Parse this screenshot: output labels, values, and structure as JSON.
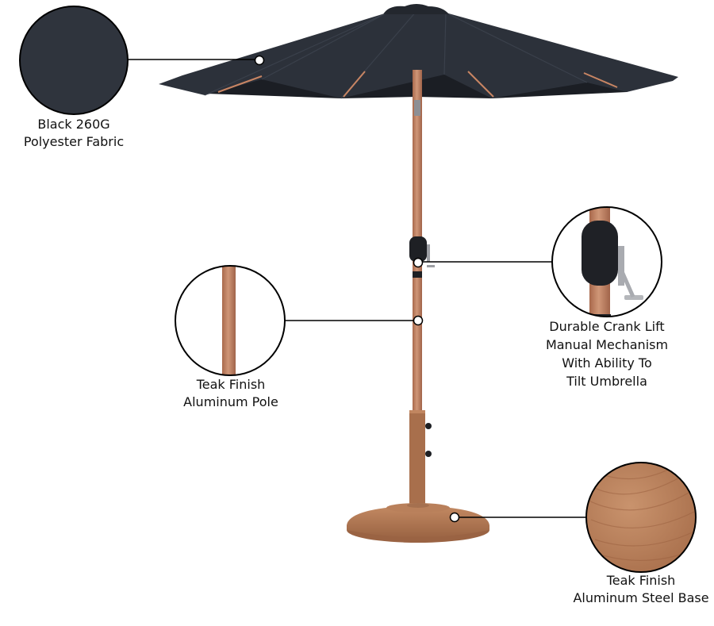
{
  "colors": {
    "fabric": "#2c313a",
    "fabric_shadow": "#1f232a",
    "pole": "#b97a5c",
    "pole_light": "#cc9272",
    "base_wood": "#b17a56",
    "callout_line": "#000000"
  },
  "callouts": [
    {
      "id": "fabric",
      "icon": "fabric-swatch-icon",
      "lines": [
        "Black 260G",
        "Polyester Fabric"
      ]
    },
    {
      "id": "crank",
      "icon": "crank-mechanism-icon",
      "lines": [
        "Durable Crank Lift",
        "Manual Mechanism",
        "With Ability To",
        "Tilt Umbrella"
      ]
    },
    {
      "id": "pole",
      "icon": "pole-detail-icon",
      "lines": [
        "Teak Finish",
        "Aluminum Pole"
      ]
    },
    {
      "id": "base",
      "icon": "wood-base-swatch-icon",
      "lines": [
        "Teak Finish",
        "Aluminum Steel Base"
      ]
    }
  ]
}
